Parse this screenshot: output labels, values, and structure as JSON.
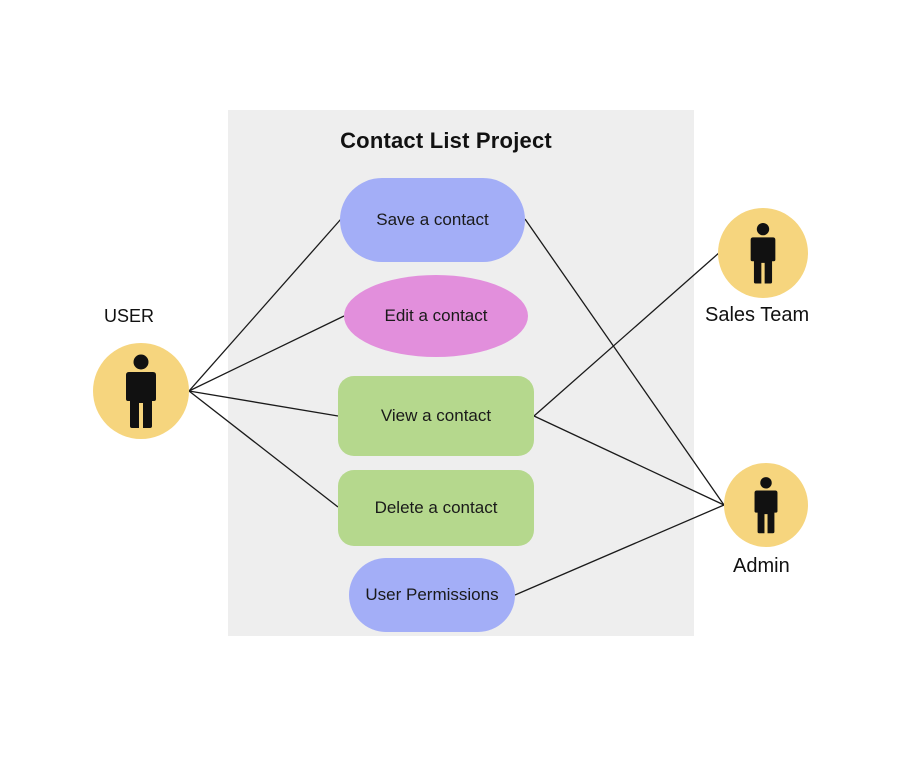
{
  "title": "Contact List Project",
  "colors": {
    "system_background": "#eeeeee",
    "actor_fill": "#f6d57e",
    "figure": "#111111",
    "connector": "#1a1a1a"
  },
  "actors": {
    "user": {
      "label": "USER",
      "icon": "person-icon"
    },
    "sales": {
      "label": "Sales Team",
      "icon": "person-icon"
    },
    "admin": {
      "label": "Admin",
      "icon": "person-icon"
    }
  },
  "use_cases": {
    "save": {
      "label": "Save a contact",
      "color": "#a3aef7"
    },
    "edit": {
      "label": "Edit a contact",
      "color": "#e28fdc"
    },
    "view": {
      "label": "View a contact",
      "color": "#b5d88d"
    },
    "delete": {
      "label": "Delete a contact",
      "color": "#b5d88d"
    },
    "perm": {
      "label": "User Permissions",
      "color": "#a3aef7"
    }
  },
  "associations": [
    {
      "actor": "user",
      "use_case": "save"
    },
    {
      "actor": "user",
      "use_case": "edit"
    },
    {
      "actor": "user",
      "use_case": "view"
    },
    {
      "actor": "user",
      "use_case": "delete"
    },
    {
      "actor": "sales",
      "use_case": "view"
    },
    {
      "actor": "admin",
      "use_case": "save"
    },
    {
      "actor": "admin",
      "use_case": "view"
    },
    {
      "actor": "admin",
      "use_case": "perm"
    }
  ]
}
